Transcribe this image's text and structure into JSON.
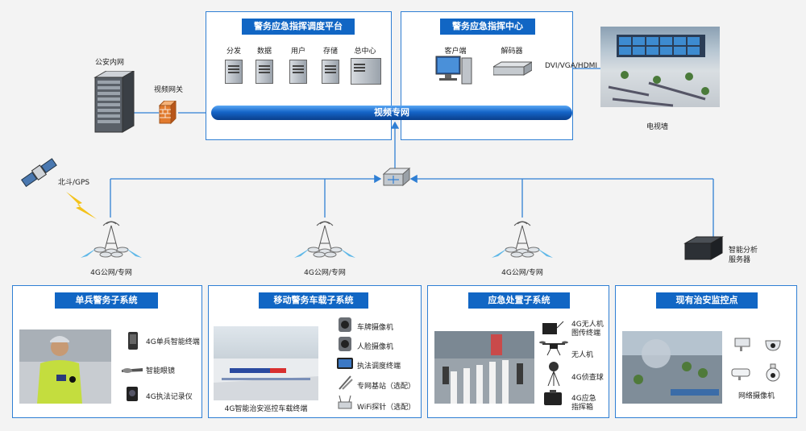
{
  "platform": {
    "title": "警务应急指挥调度平台",
    "items": [
      "分发",
      "数据",
      "用户",
      "存储",
      "总中心"
    ]
  },
  "center": {
    "title": "警务应急指挥中心",
    "client": "客户端",
    "decoder": "解码器",
    "interface": "DVI/VGA/HDMI",
    "tv_wall": "电视墙"
  },
  "left": {
    "intranet": "公安内网",
    "gateway": "视频网关",
    "gps": "北斗/GPS"
  },
  "pipe": {
    "label": "视频专网"
  },
  "towers": [
    "4G公网/专网",
    "4G公网/专网",
    "4G公网/专网"
  ],
  "analysis_server": {
    "line1": "智能分析",
    "line2": "服务器"
  },
  "subsystems": {
    "soldier": {
      "title": "单兵警务子系统",
      "items": [
        "4G单兵智能终端",
        "智能眼镜",
        "4G执法记录仪"
      ]
    },
    "vehicle": {
      "title": "移动警务车载子系统",
      "items": [
        "车牌摄像机",
        "人脸摄像机",
        "执法调度终端",
        "专网基站（选配）",
        "WiFi探针（选配）"
      ],
      "caption": "4G智能治安巡控车载终端"
    },
    "emergency": {
      "title": "应急处置子系统",
      "items": [
        "4G无人机",
        "图传终端",
        "无人机",
        "4G侦查球",
        "4G应急",
        "指挥箱"
      ]
    },
    "monitor": {
      "title": "现有治安监控点",
      "camera": "网络摄像机"
    }
  },
  "colors": {
    "accent": "#1166c4",
    "border": "#2f7fd4",
    "pipe": "#1565c8"
  }
}
